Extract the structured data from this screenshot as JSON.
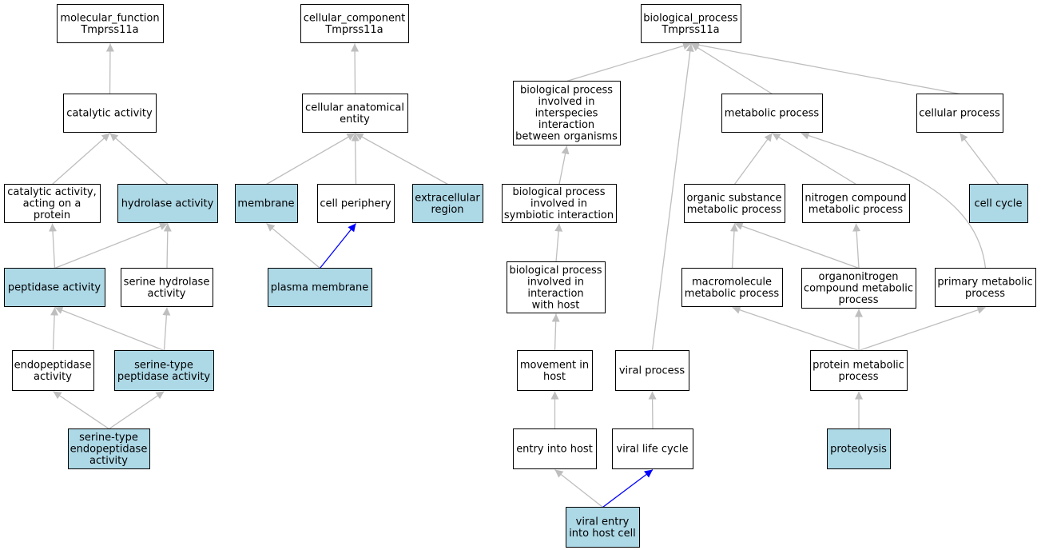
{
  "colors": {
    "highlight_fill": "#add8e6",
    "plain_fill": "#ffffff",
    "edge_gray": "#bebebe",
    "edge_blue": "#0000ff"
  },
  "nodes": [
    {
      "id": "mf_root",
      "lines": [
        "molecular_function",
        "Tmprss11a"
      ],
      "highlight": false
    },
    {
      "id": "catalytic",
      "lines": [
        "catalytic activity"
      ],
      "highlight": false
    },
    {
      "id": "catalytic_protein",
      "lines": [
        "catalytic activity,",
        "acting on a",
        "protein"
      ],
      "highlight": false
    },
    {
      "id": "hydrolase",
      "lines": [
        "hydrolase activity"
      ],
      "highlight": true
    },
    {
      "id": "peptidase",
      "lines": [
        "peptidase activity"
      ],
      "highlight": true
    },
    {
      "id": "serine_hydrolase",
      "lines": [
        "serine hydrolase",
        "activity"
      ],
      "highlight": false
    },
    {
      "id": "endopeptidase",
      "lines": [
        "endopeptidase",
        "activity"
      ],
      "highlight": false
    },
    {
      "id": "serine_peptidase",
      "lines": [
        "serine-type",
        "peptidase activity"
      ],
      "highlight": true
    },
    {
      "id": "serine_endopeptidase",
      "lines": [
        "serine-type",
        "endopeptidase",
        "activity"
      ],
      "highlight": true
    },
    {
      "id": "cc_root",
      "lines": [
        "cellular_component",
        "Tmprss11a"
      ],
      "highlight": false
    },
    {
      "id": "anatomical",
      "lines": [
        "cellular anatomical",
        "entity"
      ],
      "highlight": false
    },
    {
      "id": "membrane",
      "lines": [
        "membrane"
      ],
      "highlight": true
    },
    {
      "id": "periphery",
      "lines": [
        "cell periphery"
      ],
      "highlight": false
    },
    {
      "id": "extracellular",
      "lines": [
        "extracellular",
        "region"
      ],
      "highlight": true
    },
    {
      "id": "plasma_membrane",
      "lines": [
        "plasma membrane"
      ],
      "highlight": true
    },
    {
      "id": "bp_root",
      "lines": [
        "biological_process",
        "Tmprss11a"
      ],
      "highlight": false
    },
    {
      "id": "interspecies",
      "lines": [
        "biological process",
        "involved in",
        "interspecies",
        "interaction",
        "between organisms"
      ],
      "highlight": false
    },
    {
      "id": "symbiotic",
      "lines": [
        "biological process",
        "involved in",
        "symbiotic interaction"
      ],
      "highlight": false
    },
    {
      "id": "with_host",
      "lines": [
        "biological process",
        "involved in",
        "interaction",
        "with host"
      ],
      "highlight": false
    },
    {
      "id": "movement",
      "lines": [
        "movement in",
        "host"
      ],
      "highlight": false
    },
    {
      "id": "entry",
      "lines": [
        "entry into host"
      ],
      "highlight": false
    },
    {
      "id": "viral_entry",
      "lines": [
        "viral entry",
        "into host cell"
      ],
      "highlight": true
    },
    {
      "id": "viral_process",
      "lines": [
        "viral process"
      ],
      "highlight": false
    },
    {
      "id": "viral_life",
      "lines": [
        "viral life cycle"
      ],
      "highlight": false
    },
    {
      "id": "metabolic",
      "lines": [
        "metabolic process"
      ],
      "highlight": false
    },
    {
      "id": "cellular_process",
      "lines": [
        "cellular process"
      ],
      "highlight": false
    },
    {
      "id": "organic",
      "lines": [
        "organic substance",
        "metabolic process"
      ],
      "highlight": false
    },
    {
      "id": "nitrogen",
      "lines": [
        "nitrogen compound",
        "metabolic process"
      ],
      "highlight": false
    },
    {
      "id": "cell_cycle",
      "lines": [
        "cell cycle"
      ],
      "highlight": true
    },
    {
      "id": "macromolecule",
      "lines": [
        "macromolecule",
        "metabolic process"
      ],
      "highlight": false
    },
    {
      "id": "organonitrogen",
      "lines": [
        "organonitrogen",
        "compound metabolic",
        "process"
      ],
      "highlight": false
    },
    {
      "id": "primary",
      "lines": [
        "primary metabolic",
        "process"
      ],
      "highlight": false
    },
    {
      "id": "protein_metabolic",
      "lines": [
        "protein metabolic",
        "process"
      ],
      "highlight": false
    },
    {
      "id": "proteolysis",
      "lines": [
        "proteolysis"
      ],
      "highlight": true
    }
  ],
  "edges": [
    {
      "from": "catalytic",
      "to": "mf_root",
      "color": "gray"
    },
    {
      "from": "catalytic_protein",
      "to": "catalytic",
      "color": "gray"
    },
    {
      "from": "hydrolase",
      "to": "catalytic",
      "color": "gray"
    },
    {
      "from": "peptidase",
      "to": "catalytic_protein",
      "color": "gray"
    },
    {
      "from": "peptidase",
      "to": "hydrolase",
      "color": "gray"
    },
    {
      "from": "serine_hydrolase",
      "to": "hydrolase",
      "color": "gray"
    },
    {
      "from": "endopeptidase",
      "to": "peptidase",
      "color": "gray"
    },
    {
      "from": "serine_peptidase",
      "to": "peptidase",
      "color": "gray"
    },
    {
      "from": "serine_peptidase",
      "to": "serine_hydrolase",
      "color": "gray"
    },
    {
      "from": "serine_endopeptidase",
      "to": "endopeptidase",
      "color": "gray"
    },
    {
      "from": "serine_endopeptidase",
      "to": "serine_peptidase",
      "color": "gray"
    },
    {
      "from": "anatomical",
      "to": "cc_root",
      "color": "gray"
    },
    {
      "from": "membrane",
      "to": "anatomical",
      "color": "gray"
    },
    {
      "from": "periphery",
      "to": "anatomical",
      "color": "gray"
    },
    {
      "from": "extracellular",
      "to": "anatomical",
      "color": "gray"
    },
    {
      "from": "plasma_membrane",
      "to": "membrane",
      "color": "gray"
    },
    {
      "from": "plasma_membrane",
      "to": "periphery",
      "color": "blue"
    },
    {
      "from": "interspecies",
      "to": "bp_root",
      "color": "gray"
    },
    {
      "from": "viral_process",
      "to": "bp_root",
      "color": "gray"
    },
    {
      "from": "metabolic",
      "to": "bp_root",
      "color": "gray"
    },
    {
      "from": "cellular_process",
      "to": "bp_root",
      "color": "gray"
    },
    {
      "from": "symbiotic",
      "to": "interspecies",
      "color": "gray"
    },
    {
      "from": "with_host",
      "to": "symbiotic",
      "color": "gray"
    },
    {
      "from": "movement",
      "to": "with_host",
      "color": "gray"
    },
    {
      "from": "entry",
      "to": "movement",
      "color": "gray"
    },
    {
      "from": "viral_entry",
      "to": "entry",
      "color": "gray"
    },
    {
      "from": "viral_entry",
      "to": "viral_life",
      "color": "blue"
    },
    {
      "from": "viral_life",
      "to": "viral_process",
      "color": "gray"
    },
    {
      "from": "organic",
      "to": "metabolic",
      "color": "gray"
    },
    {
      "from": "nitrogen",
      "to": "metabolic",
      "color": "gray"
    },
    {
      "from": "primary",
      "to": "metabolic",
      "color": "gray",
      "curved": true
    },
    {
      "from": "cell_cycle",
      "to": "cellular_process",
      "color": "gray"
    },
    {
      "from": "macromolecule",
      "to": "organic",
      "color": "gray"
    },
    {
      "from": "organonitrogen",
      "to": "organic",
      "color": "gray"
    },
    {
      "from": "organonitrogen",
      "to": "nitrogen",
      "color": "gray"
    },
    {
      "from": "protein_metabolic",
      "to": "macromolecule",
      "color": "gray"
    },
    {
      "from": "protein_metabolic",
      "to": "organonitrogen",
      "color": "gray"
    },
    {
      "from": "protein_metabolic",
      "to": "primary",
      "color": "gray"
    },
    {
      "from": "proteolysis",
      "to": "protein_metabolic",
      "color": "gray"
    }
  ]
}
